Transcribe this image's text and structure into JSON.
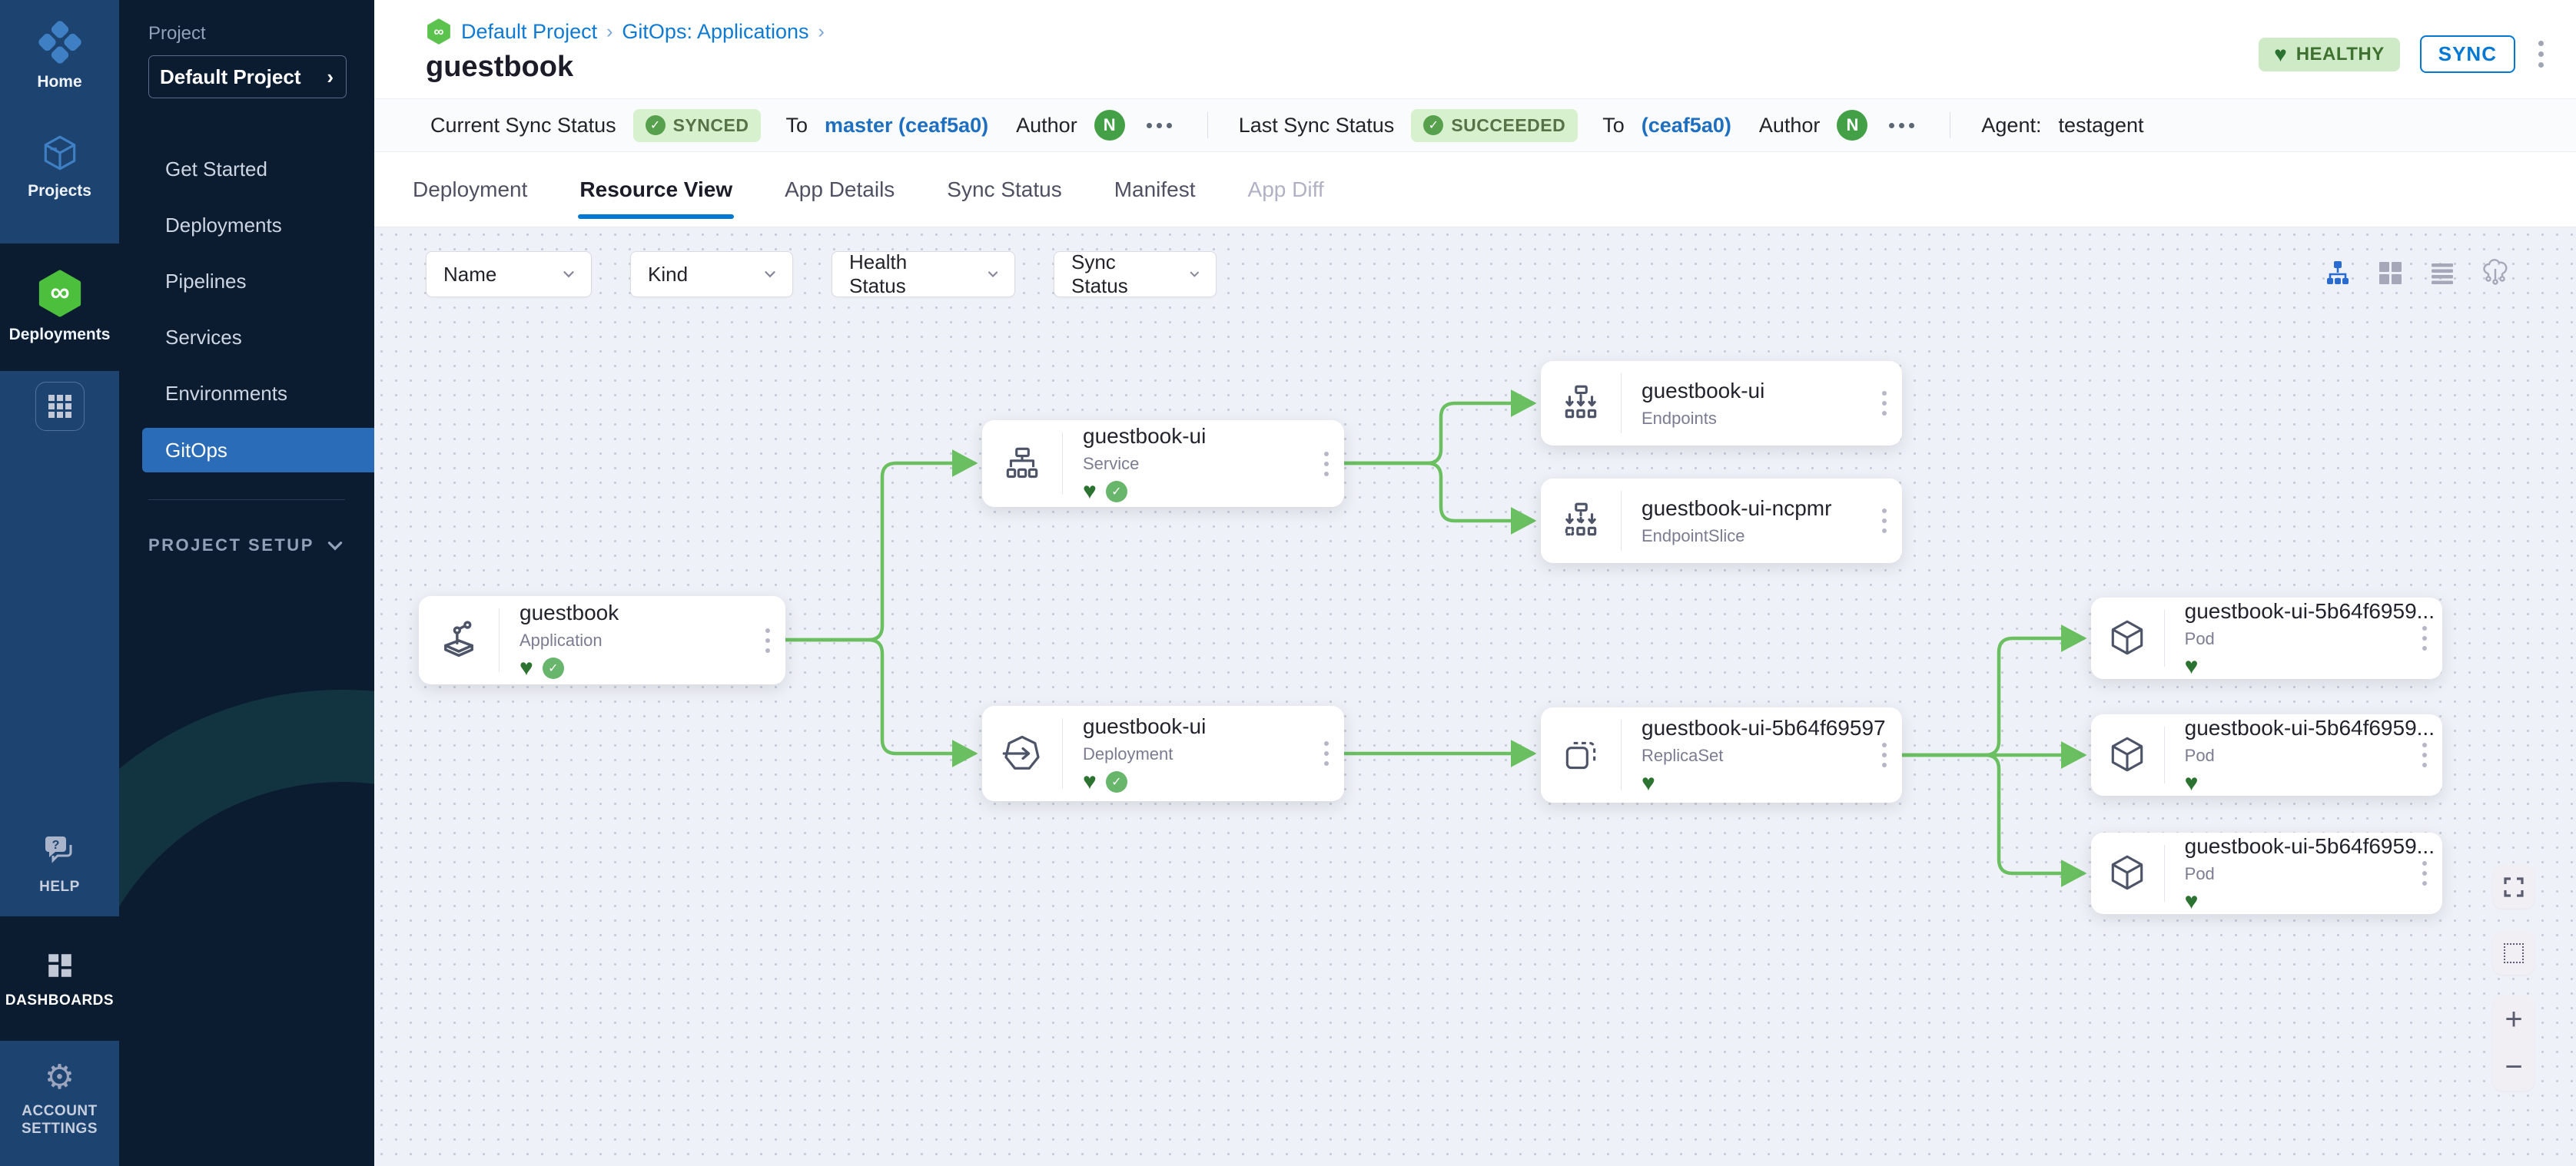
{
  "rail": {
    "items": [
      {
        "label": "Home"
      },
      {
        "label": "Projects"
      },
      {
        "label": "Deployments"
      }
    ],
    "bottom": [
      {
        "label": "HELP"
      },
      {
        "label": "DASHBOARDS"
      },
      {
        "label": "ACCOUNT SETTINGS"
      }
    ]
  },
  "sidebar": {
    "section_label": "Project",
    "project_name": "Default Project",
    "items": [
      {
        "label": "Get Started"
      },
      {
        "label": "Deployments"
      },
      {
        "label": "Pipelines"
      },
      {
        "label": "Services"
      },
      {
        "label": "Environments"
      },
      {
        "label": "GitOps"
      }
    ],
    "footer_label": "PROJECT SETUP"
  },
  "header": {
    "breadcrumb": {
      "crumb1": "Default Project",
      "crumb2": "GitOps: Applications"
    },
    "title": "guestbook",
    "health_badge": "HEALTHY",
    "sync_button": "SYNC"
  },
  "status_bar": {
    "current_label": "Current Sync Status",
    "current_badge": "SYNCED",
    "current_to": "To",
    "current_target": "master (ceaf5a0)",
    "current_author_label": "Author",
    "current_author_initial": "N",
    "last_label": "Last Sync Status",
    "last_badge": "SUCCEEDED",
    "last_to": "To",
    "last_target": "(ceaf5a0)",
    "last_author_label": "Author",
    "last_author_initial": "N",
    "agent_label": "Agent:",
    "agent_value": "testagent"
  },
  "tabs": [
    {
      "label": "Deployment"
    },
    {
      "label": "Resource View"
    },
    {
      "label": "App Details"
    },
    {
      "label": "Sync Status"
    },
    {
      "label": "Manifest"
    },
    {
      "label": "App Diff"
    }
  ],
  "filters": [
    {
      "label": "Name"
    },
    {
      "label": "Kind"
    },
    {
      "label": "Health Status"
    },
    {
      "label": "Sync Status"
    }
  ],
  "graph": {
    "nodes": [
      {
        "name": "guestbook",
        "kind": "Application"
      },
      {
        "name": "guestbook-ui",
        "kind": "Service"
      },
      {
        "name": "guestbook-ui",
        "kind": "Endpoints"
      },
      {
        "name": "guestbook-ui-ncpmr",
        "kind": "EndpointSlice"
      },
      {
        "name": "guestbook-ui",
        "kind": "Deployment"
      },
      {
        "name": "guestbook-ui-5b64f69597",
        "kind": "ReplicaSet"
      },
      {
        "name": "guestbook-ui-5b64f6959...",
        "kind": "Pod"
      },
      {
        "name": "guestbook-ui-5b64f6959...",
        "kind": "Pod"
      },
      {
        "name": "guestbook-ui-5b64f6959...",
        "kind": "Pod"
      }
    ]
  },
  "colors": {
    "accent_blue": "#0278d5",
    "edge_green": "#6abf61",
    "healthy_green": "#2c7230",
    "badge_bg": "#d7f0cd",
    "rail_bg": "#1d4370",
    "sidebar_bg": "#0b1c30"
  }
}
